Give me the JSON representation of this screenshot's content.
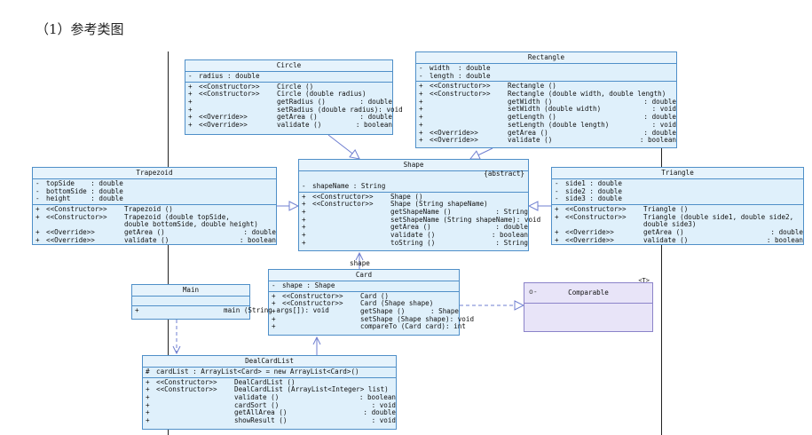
{
  "heading": "（1）参考类图",
  "shape_label": "shape",
  "comparable": {
    "name": "Comparable",
    "tag": "<T>"
  },
  "classes": {
    "circle": {
      "name": "Circle",
      "attrs": [
        {
          "v": "-",
          "n": "radius : double",
          "t": ""
        }
      ],
      "ops": [
        {
          "v": "+",
          "a": "<<Constructor>>",
          "n": "Circle ()",
          "t": ""
        },
        {
          "v": "+",
          "a": "<<Constructor>>",
          "n": "Circle (double radius)",
          "t": ""
        },
        {
          "v": "+",
          "a": "",
          "n": "getRadius ()",
          "t": ": double"
        },
        {
          "v": "+",
          "a": "",
          "n": "setRadius (double radius)",
          "t": ": void"
        },
        {
          "v": "+",
          "a": "<<Override>>",
          "n": "getArea ()",
          "t": ": double"
        },
        {
          "v": "+",
          "a": "<<Override>>",
          "n": "validate ()",
          "t": ": boolean"
        }
      ]
    },
    "rectangle": {
      "name": "Rectangle",
      "attrs": [
        {
          "v": "-",
          "n": "width  : double",
          "t": ""
        },
        {
          "v": "-",
          "n": "length : double",
          "t": ""
        }
      ],
      "ops": [
        {
          "v": "+",
          "a": "<<Constructor>>",
          "n": "Rectangle ()",
          "t": ""
        },
        {
          "v": "+",
          "a": "<<Constructor>>",
          "n": "Rectangle (double width, double length)",
          "t": ""
        },
        {
          "v": "+",
          "a": "",
          "n": "getWidth ()",
          "t": ": double"
        },
        {
          "v": "+",
          "a": "",
          "n": "setWidth (double width)",
          "t": ": void"
        },
        {
          "v": "+",
          "a": "",
          "n": "getLength ()",
          "t": ": double"
        },
        {
          "v": "+",
          "a": "",
          "n": "setLength (double length)",
          "t": ": void"
        },
        {
          "v": "+",
          "a": "<<Override>>",
          "n": "getArea ()",
          "t": ": double"
        },
        {
          "v": "+",
          "a": "<<Override>>",
          "n": "validate ()",
          "t": ": boolean"
        }
      ]
    },
    "trapezoid": {
      "name": "Trapezoid",
      "attrs": [
        {
          "v": "-",
          "n": "topSide    : double",
          "t": ""
        },
        {
          "v": "-",
          "n": "bottomSide : double",
          "t": ""
        },
        {
          "v": "-",
          "n": "height     : double",
          "t": ""
        }
      ],
      "ops": [
        {
          "v": "+",
          "a": "<<Constructor>>",
          "n": "Trapezoid ()",
          "t": ""
        },
        {
          "v": "+",
          "a": "<<Constructor>>",
          "n": "Trapezoid (double topSide,",
          "t": ""
        },
        {
          "v": "",
          "a": "",
          "n": "double bottomSide, double height)",
          "t": ""
        },
        {
          "v": "+",
          "a": "<<Override>>",
          "n": "getArea ()",
          "t": ": double"
        },
        {
          "v": "+",
          "a": "<<Override>>",
          "n": "validate ()",
          "t": ": boolean"
        }
      ]
    },
    "shape": {
      "name": "Shape",
      "stereotype": "{abstract}",
      "attrs": [
        {
          "v": "-",
          "n": "shapeName : String",
          "t": ""
        }
      ],
      "ops": [
        {
          "v": "+",
          "a": "<<Constructor>>",
          "n": "Shape ()",
          "t": ""
        },
        {
          "v": "+",
          "a": "<<Constructor>>",
          "n": "Shape (String shapeName)",
          "t": ""
        },
        {
          "v": "+",
          "a": "",
          "n": "getShapeName ()",
          "t": ": String"
        },
        {
          "v": "+",
          "a": "",
          "n": "setShapeName (String shapeName)",
          "t": ": void"
        },
        {
          "v": "+",
          "a": "",
          "n": "getArea ()",
          "t": ": double"
        },
        {
          "v": "+",
          "a": "",
          "n": "validate ()",
          "t": ": boolean"
        },
        {
          "v": "+",
          "a": "",
          "n": "toString ()",
          "t": ": String"
        }
      ]
    },
    "triangle": {
      "name": "Triangle",
      "attrs": [
        {
          "v": "-",
          "n": "side1 : double",
          "t": ""
        },
        {
          "v": "-",
          "n": "side2 : double",
          "t": ""
        },
        {
          "v": "-",
          "n": "side3 : double",
          "t": ""
        }
      ],
      "ops": [
        {
          "v": "+",
          "a": "<<Constructor>>",
          "n": "Triangle ()",
          "t": ""
        },
        {
          "v": "+",
          "a": "<<Constructor>>",
          "n": "Triangle (double side1, double side2,",
          "t": ""
        },
        {
          "v": "",
          "a": "",
          "n": "double side3)",
          "t": ""
        },
        {
          "v": "+",
          "a": "<<Override>>",
          "n": "getArea ()",
          "t": ": double"
        },
        {
          "v": "+",
          "a": "<<Override>>",
          "n": "validate ()",
          "t": ": boolean"
        }
      ]
    },
    "card": {
      "name": "Card",
      "attrs": [
        {
          "v": "-",
          "n": "shape : Shape",
          "t": ""
        }
      ],
      "ops": [
        {
          "v": "+",
          "a": "<<Constructor>>",
          "n": "Card ()",
          "t": ""
        },
        {
          "v": "+",
          "a": "<<Constructor>>",
          "n": "Card (Shape shape)",
          "t": ""
        },
        {
          "v": "+",
          "a": "",
          "n": "getShape ()",
          "t": ": Shape"
        },
        {
          "v": "+",
          "a": "",
          "n": "setShape (Shape shape)",
          "t": ": void"
        },
        {
          "v": "+",
          "a": "",
          "n": "compareTo (Card card)",
          "t": ": int"
        }
      ]
    },
    "main": {
      "name": "Main",
      "attrs": [],
      "ops": [
        {
          "v": "+",
          "a": "",
          "n": "main (String args[])",
          "t": ": void"
        }
      ]
    },
    "dealcardlist": {
      "name": "DealCardList",
      "attrs": [
        {
          "v": "#",
          "n": "cardList : ArrayList<Card> = new ArrayList<Card>()",
          "t": ""
        }
      ],
      "ops": [
        {
          "v": "+",
          "a": "<<Constructor>>",
          "n": "DealCardList ()",
          "t": ""
        },
        {
          "v": "+",
          "a": "<<Constructor>>",
          "n": "DealCardList (ArrayList<Integer> list)",
          "t": ""
        },
        {
          "v": "+",
          "a": "",
          "n": "validate ()",
          "t": ": boolean"
        },
        {
          "v": "+",
          "a": "",
          "n": "cardSort ()",
          "t": ": void"
        },
        {
          "v": "+",
          "a": "",
          "n": "getAllArea ()",
          "t": ": double"
        },
        {
          "v": "+",
          "a": "",
          "n": "showResult ()",
          "t": ": void"
        }
      ]
    }
  }
}
